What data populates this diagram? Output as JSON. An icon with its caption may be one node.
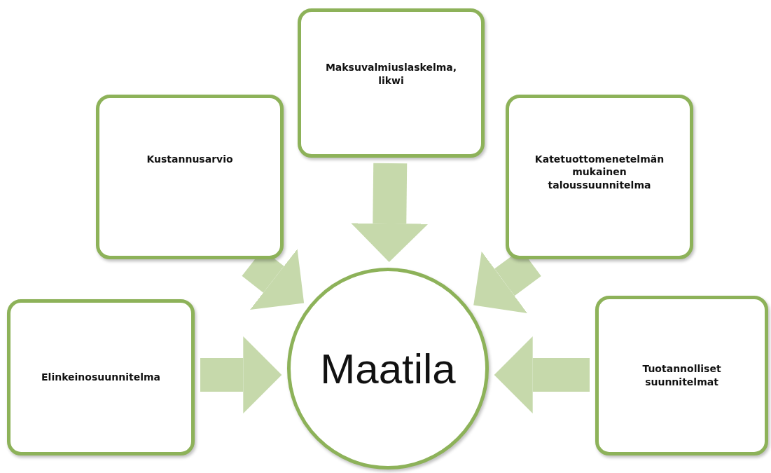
{
  "diagram": {
    "nodes": [
      {
        "text": [
          "Elinkeinosuunnitelma"
        ]
      },
      {
        "text": [
          "Kustannusarvio"
        ]
      },
      {
        "text": [
          "Maksuvalmiuslaskelma, likwi"
        ]
      },
      {
        "text": [
          "Katetuottomenetelmän mukainen taloussuunnitelma"
        ]
      },
      {
        "text": [
          "Tuotannolliset suunnitelmat"
        ]
      },
      {
        "text": [
          "Maatila"
        ]
      }
    ],
    "edges": [
      {
        "from": 0,
        "to": 5,
        "arrow": "to"
      },
      {
        "from": 1,
        "to": 5,
        "arrow": "to"
      },
      {
        "from": 2,
        "to": 5,
        "arrow": "to"
      },
      {
        "from": 3,
        "to": 5,
        "arrow": "to"
      },
      {
        "from": 4,
        "to": 5,
        "arrow": "to"
      }
    ]
  }
}
